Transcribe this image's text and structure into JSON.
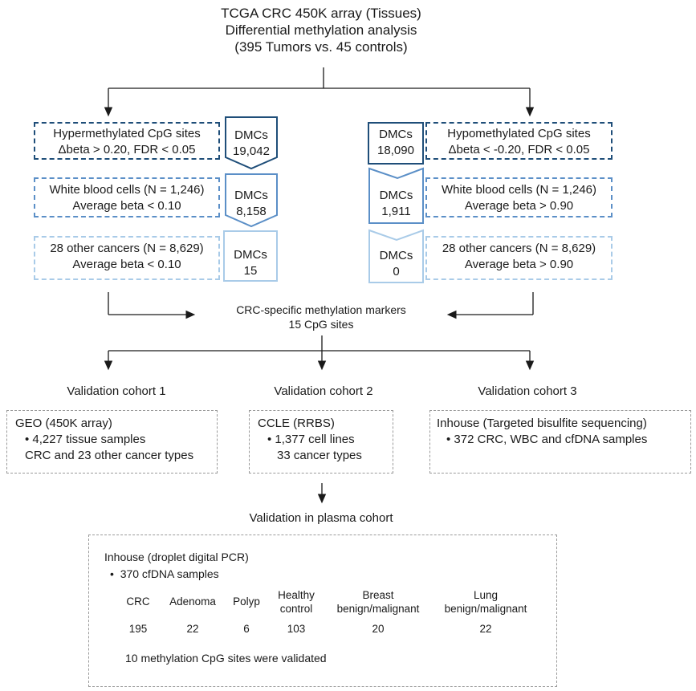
{
  "header": {
    "line1": "TCGA CRC 450K array (Tissues)",
    "line2": "Differential methylation analysis",
    "line3": "(395 Tumors vs. 45 controls)"
  },
  "left": {
    "box1": {
      "line1": "Hypermethylated CpG sites",
      "line2": "Δbeta > 0.20, FDR < 0.05"
    },
    "box2": {
      "line1": "White blood cells (N = 1,246)",
      "line2": "Average beta < 0.10"
    },
    "box3": {
      "line1": "28 other cancers (N = 8,629)",
      "line2": "Average beta < 0.10"
    },
    "dmc1": {
      "label": "DMCs",
      "value": "19,042"
    },
    "dmc2": {
      "label": "DMCs",
      "value": "8,158"
    },
    "dmc3": {
      "label": "DMCs",
      "value": "15"
    }
  },
  "right": {
    "box1": {
      "line1": "Hypomethylated CpG sites",
      "line2": "Δbeta < -0.20, FDR < 0.05"
    },
    "box2": {
      "line1": "White blood cells (N = 1,246)",
      "line2": "Average beta >  0.90"
    },
    "box3": {
      "line1": "28 other cancers (N = 8,629)",
      "line2": "Average beta > 0.90"
    },
    "dmc1": {
      "label": "DMCs",
      "value": "18,090"
    },
    "dmc2": {
      "label": "DMCs",
      "value": "1,911"
    },
    "dmc3": {
      "label": "DMCs",
      "value": "0"
    }
  },
  "markers": {
    "line1": "CRC-specific methylation markers",
    "line2": "15 CpG sites"
  },
  "cohorts": [
    {
      "title": "Validation cohort 1",
      "head": "GEO (450K array)",
      "bullet": "4,227 tissue samples",
      "extra": "CRC and 23 other cancer types"
    },
    {
      "title": "Validation cohort 2",
      "head": "CCLE (RRBS)",
      "bullet": "1,377 cell lines",
      "extra": "33 cancer types"
    },
    {
      "title": "Validation cohort 3",
      "head": "Inhouse (Targeted bisulfite sequencing)",
      "bullet": "372 CRC, WBC and cfDNA samples",
      "extra": ""
    }
  ],
  "plasma": {
    "title": "Validation in plasma cohort",
    "head": "Inhouse (droplet digital PCR)",
    "bullet": "370 cfDNA samples",
    "table": {
      "headers": [
        [
          "CRC"
        ],
        [
          "Adenoma"
        ],
        [
          "Polyp"
        ],
        [
          "Healthy",
          "control"
        ],
        [
          "Breast",
          "benign/malignant"
        ],
        [
          "Lung",
          "benign/malignant"
        ]
      ],
      "values": [
        "195",
        "22",
        "6",
        "103",
        "20",
        "22"
      ]
    },
    "footer": "10 methylation CpG sites were validated"
  },
  "colors": {
    "dark": "#1f4e79",
    "mid": "#5b8fc7",
    "light": "#a9cbe8",
    "gray": "#9a9a9a"
  }
}
